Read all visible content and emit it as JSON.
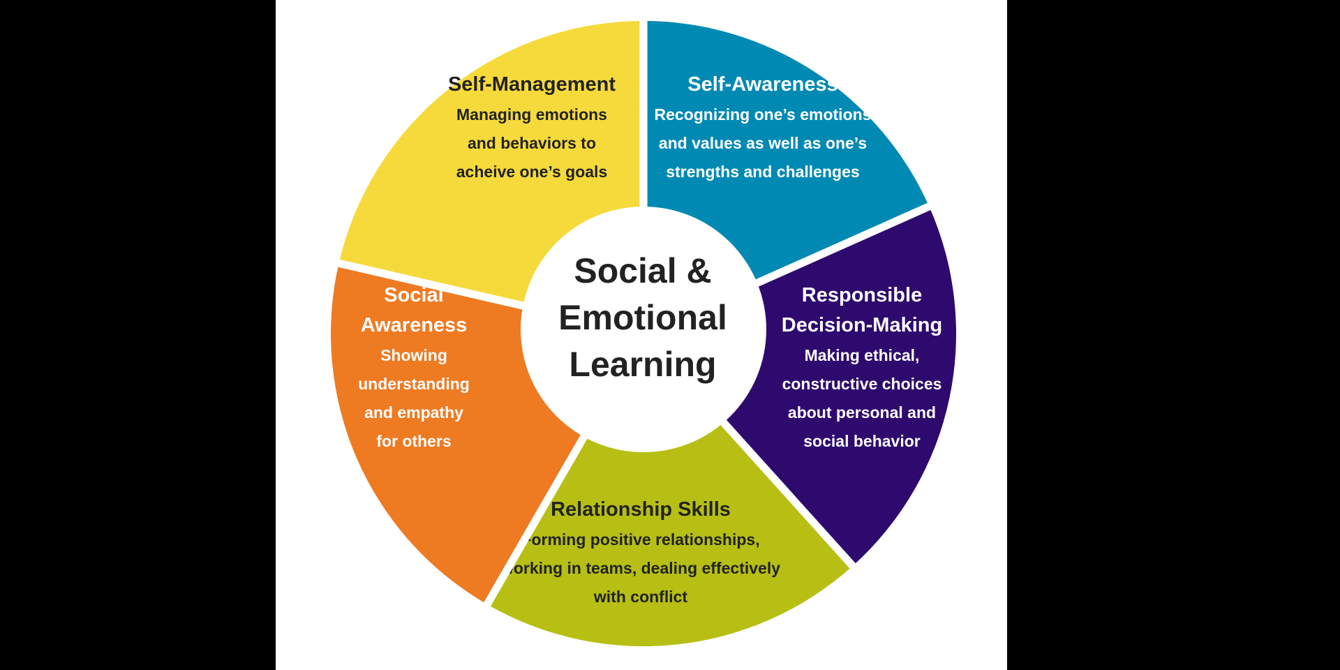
{
  "center": {
    "lines": [
      "Social &",
      "Emotional",
      "Learning"
    ]
  },
  "segments": [
    {
      "id": "self-awareness",
      "title": [
        "Self-Awareness"
      ],
      "description": [
        "Recognizing one’s emotions",
        "and values as well as one’s",
        "strengths and challenges"
      ],
      "color": "#0089b3",
      "text_color": "#ffffff"
    },
    {
      "id": "responsible-decision-making",
      "title": [
        "Responsible",
        "Decision-Making"
      ],
      "description": [
        "Making ethical,",
        "constructive choices",
        "about personal and",
        "social behavior"
      ],
      "color": "#2e0a6e",
      "text_color": "#ffffff"
    },
    {
      "id": "relationship-skills",
      "title": [
        "Relationship Skills"
      ],
      "description": [
        "Forming positive relationships,",
        "working in teams, dealing effectively",
        "with conflict"
      ],
      "color": "#b7bf14",
      "text_color": "#222222"
    },
    {
      "id": "social-awareness",
      "title": [
        "Social",
        "Awareness"
      ],
      "description": [
        "Showing",
        "understanding",
        "and empathy",
        "for others"
      ],
      "color": "#ee7a22",
      "text_color": "#ffffff"
    },
    {
      "id": "self-management",
      "title": [
        "Self-Management"
      ],
      "description": [
        "Managing emotions",
        "and behaviors to",
        "acheive one’s goals"
      ],
      "color": "#f6da3c",
      "text_color": "#222222"
    }
  ]
}
